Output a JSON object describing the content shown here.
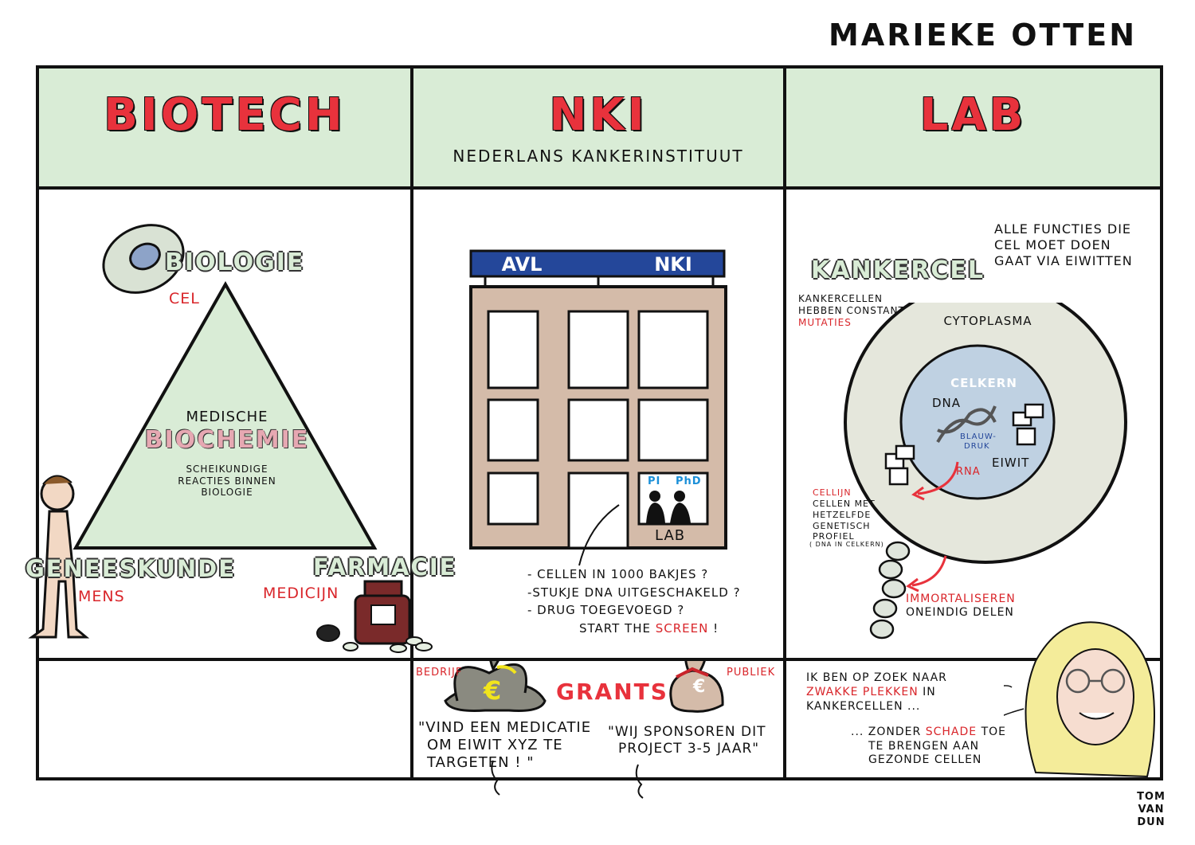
{
  "author": "MARIEKE OTTEN",
  "columns": {
    "biotech": {
      "title": "BIOTECH"
    },
    "nki": {
      "title": "NKI",
      "subtitle": "NEDERLANS KANKERINSTITUUT"
    },
    "lab": {
      "title": "LAB"
    }
  },
  "biotech": {
    "biologie": "BIOLOGIE",
    "cel": "CEL",
    "medische": "MEDISCHE",
    "biochemie": "BIOCHEMIE",
    "scheik_1": "SCHEIKUNDIGE",
    "scheik_2": "REACTIES BINNEN",
    "scheik_3": "BIOLOGIE",
    "geneeskunde": "GENEESKUNDE",
    "mens": "MENS",
    "farmacie": "FARMACIE",
    "medicijn": "MEDICIJN"
  },
  "nki": {
    "sign_left": "AVL",
    "sign_right": "NKI",
    "pi": "PI",
    "phd": "PhD",
    "lab_label": "LAB",
    "q1": "- CELLEN IN 1000 BAKJES ?",
    "q2": "-STUKJE DNA UITGESCHAKELD ?",
    "q3": "- DRUG TOEGEVOEGD ?",
    "start": "START THE",
    "screen": "SCREEN",
    "excl": "!"
  },
  "lab": {
    "functies_1": "ALLE FUNCTIES DIE",
    "functies_2": "CEL MOET DOEN",
    "functies_3": "GAAT VIA EIWITTEN",
    "kankercel": "KANKERCEL",
    "mut_1": "KANKERCELLEN",
    "mut_2": "HEBBEN CONSTANT",
    "mut_3": "MUTATIES",
    "cytoplasma": "CYTOPLASMA",
    "celkern": "CELKERN",
    "dna": "DNA",
    "blauwdruk_1": "BLAUW-",
    "blauwdruk_2": "DRUK",
    "rna": "RNA",
    "eiwit": "EIWIT",
    "cellijn": "CELLIJN",
    "cl_1": "CELLEN MET",
    "cl_2": "HETZELFDE",
    "cl_3": "GENETISCH",
    "cl_4": "PROFIEL",
    "cl_5": "( DNA IN CELKERN)",
    "immortal": "IMMORTALISEREN",
    "oneindig": "ONEINDIG DELEN"
  },
  "grants": {
    "bedrijf": "BEDRIJF",
    "title": "GRANTS",
    "publiek": "PUBLIEK",
    "euro": "€",
    "quote_left_1": "\"VIND EEN MEDICATIE",
    "quote_left_2": "OM EIWIT XYZ TE",
    "quote_left_3": "TARGETEN ! \"",
    "quote_right_1": "\"WIJ SPONSOREN DIT",
    "quote_right_2": "PROJECT 3-5 JAAR\""
  },
  "search": {
    "l1": "IK BEN OP ZOEK NAAR",
    "l2": "ZWAKKE PLEKKEN",
    "l2b": "IN",
    "l3": "KANKERCELLEN ...",
    "l4a": "... ZONDER",
    "l4b": "SCHADE",
    "l4c": "TOE",
    "l5": "TE BRENGEN AAN",
    "l6": "GEZONDE CELLEN"
  },
  "signature": {
    "l1": "TOM",
    "l2": "VAN",
    "l3": "DUN"
  },
  "colors": {
    "header_bg": "#d9ecd6",
    "accent_red": "#e8323c",
    "building": "#d4bba9",
    "sign_blue": "#24479a"
  }
}
